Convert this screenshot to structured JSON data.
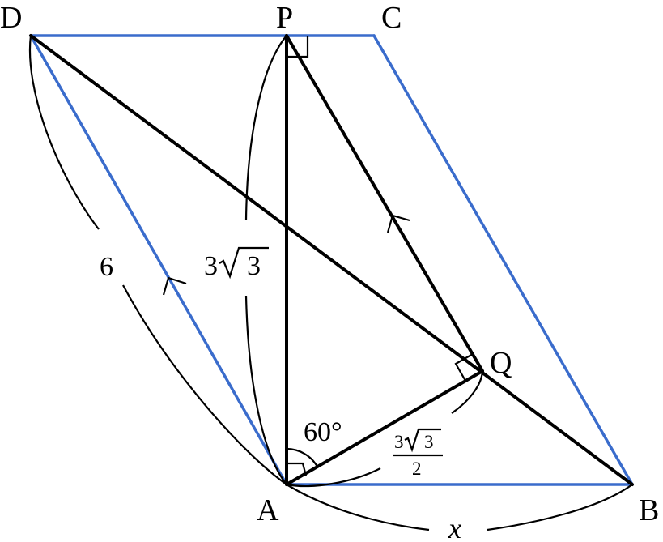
{
  "colors": {
    "parallelogram": "#3a6ccc",
    "segments": "#000000",
    "background": "#ffffff"
  },
  "vertices": {
    "A": "A",
    "B": "B",
    "C": "C",
    "D": "D",
    "P": "P",
    "Q": "Q"
  },
  "measures": {
    "AD": "6",
    "AP_coef": "3",
    "AP_rad": "3",
    "AQ_num_coef": "3",
    "AQ_num_rad": "3",
    "AQ_den": "2",
    "AB": "x",
    "angle_PAQ": "60°"
  },
  "marks": {
    "right_angles": [
      "DPA",
      "PQA",
      "PAB"
    ],
    "parallel_arrows": [
      "AD",
      "QP"
    ]
  }
}
